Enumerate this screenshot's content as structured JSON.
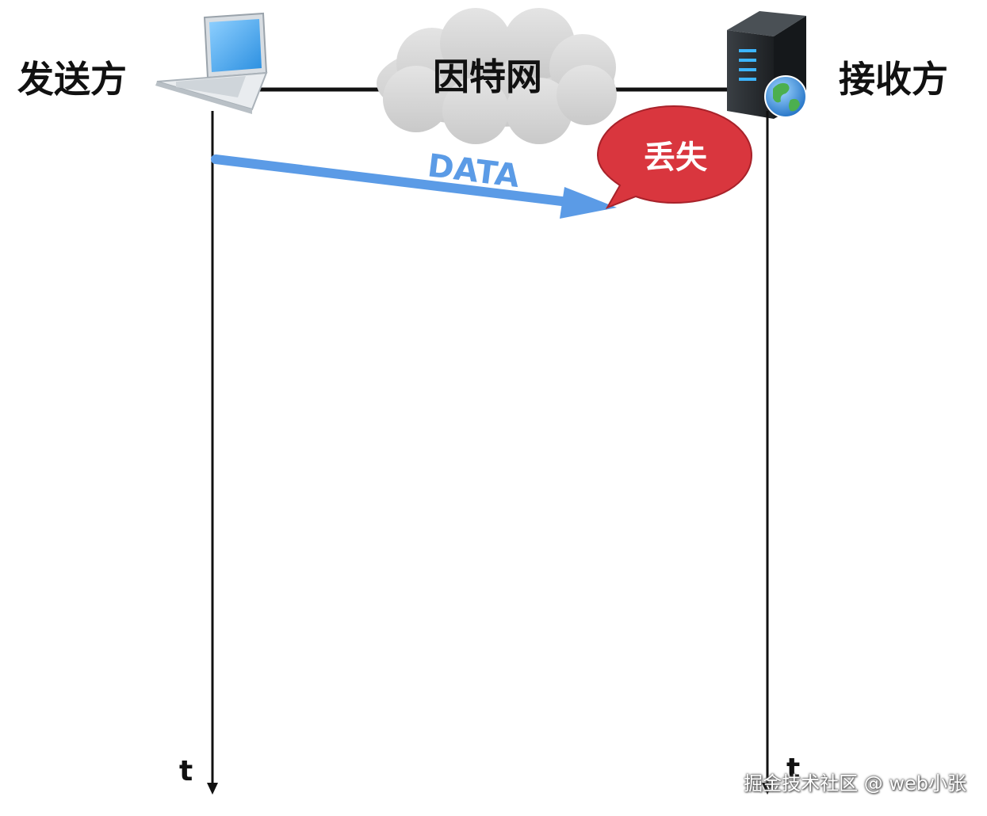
{
  "sender": {
    "label": "发送方",
    "device_icon": "laptop-icon"
  },
  "network": {
    "label": "因特网",
    "icon": "cloud-icon"
  },
  "receiver": {
    "label": "接收方",
    "device_icon": "server-icon"
  },
  "packet": {
    "label": "DATA",
    "color": "#5b9be6"
  },
  "status": {
    "label": "丢失",
    "color": "#d9363e"
  },
  "timeline": {
    "sender_axis_label": "t",
    "receiver_axis_label": "t"
  },
  "watermark": "掘金技术社区 @ web小张"
}
